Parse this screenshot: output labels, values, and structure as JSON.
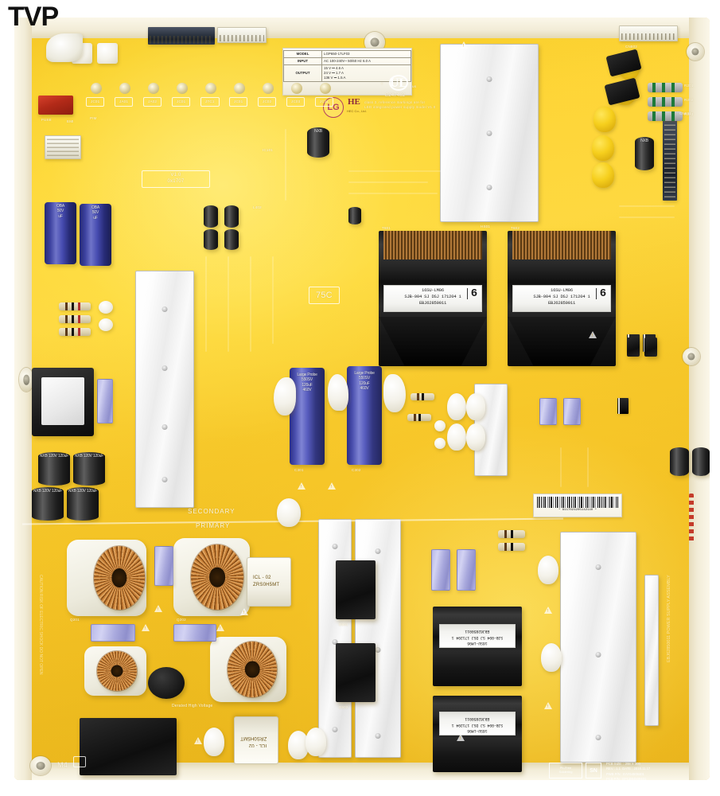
{
  "watermark": "TVP",
  "board": {
    "version_stamp": {
      "line1": "V1.0",
      "line2": "0x1707"
    },
    "temp_rating": "75C",
    "zone_secondary": "SECONDARY",
    "zone_primary": "PRIMARY",
    "mount_label_m4": "M4",
    "icl_top": {
      "line1": "ICL - 02",
      "line2": "ZRS0H5MT"
    },
    "icl_bottom": {
      "line1": "ICL - 02",
      "line2": "ZRS0H5MT"
    },
    "derated_note": "Derated High Voltage"
  },
  "spec_label": {
    "rows": [
      {
        "key": "MODEL",
        "value": "LGP650-17LF03"
      },
      {
        "key": "INPUT",
        "value": "AC 100-240V~ 50/60 Hz 6.0 A"
      },
      {
        "key": "OUTPUT",
        "value": "15 V ⎓ 4.6 A\n24 V ⎓ 1.7 A\n136 V ⎓ 1.5 A"
      }
    ]
  },
  "logos": {
    "lg": "LG",
    "he": "HE",
    "he_sub": "HEC Co., Ltd.",
    "ul": "UL",
    "ul_prefix": "c",
    "ul_suffix": "us",
    "ul_file": "E247462",
    "ul_note": "class 2, reference markings are for\nLED integrated power supply model V1.0"
  },
  "transformers": [
    {
      "name": "transformer-t1",
      "line1": "16SU-LM06",
      "line2": "SJB-004 SJ DSJ 171204 1",
      "line3": "EBJ62850011",
      "digit": "6"
    },
    {
      "name": "transformer-t2",
      "line1": "16SU-LM06",
      "line2": "SJB-004 SJ DSJ 171204 1",
      "line3": "EBJ62850011",
      "digit": "6"
    }
  ],
  "secondary_transformers": [
    {
      "name": "transformer-t3",
      "line1": "16SU-LM06",
      "line2": "SJB-004 SJ DSJ 171204 1",
      "line3": "EBJ62850011"
    },
    {
      "name": "transformer-t4",
      "line1": "16SU-LM06",
      "line2": "SJB-004 SJ DSJ 171204 1",
      "line3": "EBJ62850011"
    }
  ],
  "capacitors": {
    "bulk_blue": {
      "brand": "Large Probe",
      "series": "550SV",
      "capacitance": "120uF",
      "voltage": "460V"
    },
    "aux_purple": {
      "brand": "OBA",
      "voltage": "50V",
      "capacitance": "uF"
    },
    "aux_black": {
      "brand": "NXB",
      "voltage": "120V",
      "capacitance": "120uF"
    }
  },
  "barcode": {
    "number": "8117024205142140",
    "alt": "* 8117024205142140 *"
  },
  "pcb_footer": {
    "pbfree_line1": "Pb-Free",
    "pbfree_line2": "Soldering",
    "sn": "SN",
    "spec_text": "PCB SIZE  : 298 X 300\nREV : 1.1  DATE : 2016.11.17\nPWB P/N : EAY64508401\nPCB P/N : EPCB64508401"
  },
  "silkscreen": {
    "labels": [
      "JC01",
      "JA01",
      "JA02",
      "JC01",
      "JTC1",
      "JC01",
      "JC02",
      "JC03",
      "JC11",
      "JA11",
      "PIM",
      "EMI",
      "FUSE",
      "ZD01",
      "ZD02",
      "ZD03",
      "R201",
      "R202",
      "R203",
      "CN801",
      "CN802",
      "JP01",
      "JP02",
      "L401",
      "L402",
      "Q201",
      "Q202",
      "IC101",
      "T801",
      "T802",
      "D501",
      "D502",
      "C301",
      "C302",
      "C303",
      "C304",
      "HS01",
      "HS02",
      "HS03",
      "HS04"
    ],
    "connector_labels": [
      "CN1",
      "CN2",
      "CN3",
      "CN4",
      "CN5",
      "CN6"
    ]
  },
  "colors": {
    "pcb_yellow": "#ffd93a",
    "pcb_edge": "#f2ecd7",
    "cap_blue": "#4a4fae",
    "cap_dark": "#1e1e1e",
    "heatsink": "#f4f4f4",
    "copper": "#c98138",
    "film_cap": "#b9b9e8",
    "ycap_yellow": "#f6cf1d",
    "red_comp": "#c8301c"
  }
}
